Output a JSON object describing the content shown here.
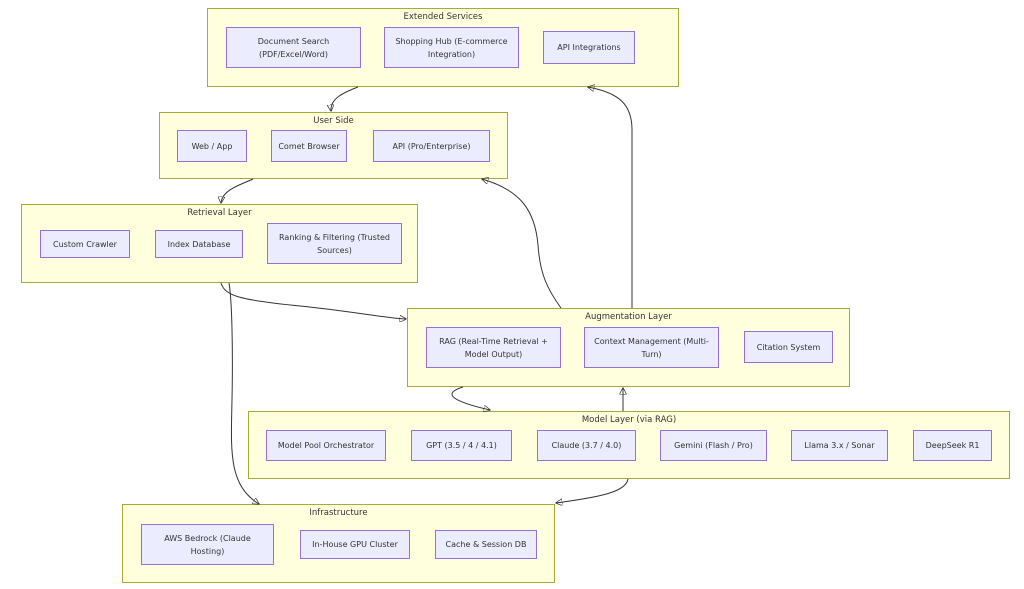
{
  "groups": {
    "extended": {
      "title": "Extended Services",
      "nodes": [
        "Document Search (PDF/Excel/Word)",
        "Shopping Hub (E-commerce Integration)",
        "API Integrations"
      ]
    },
    "user": {
      "title": "User Side",
      "nodes": [
        "Web / App",
        "Comet Browser",
        "API (Pro/Enterprise)"
      ]
    },
    "retrieval": {
      "title": "Retrieval Layer",
      "nodes": [
        "Custom Crawler",
        "Index Database",
        "Ranking & Filtering (Trusted Sources)"
      ]
    },
    "augmentation": {
      "title": "Augmentation Layer",
      "nodes": [
        "RAG (Real-Time Retrieval + Model Output)",
        "Context Management (Multi-Turn)",
        "Citation System"
      ]
    },
    "model": {
      "title": "Model Layer (via RAG)",
      "nodes": [
        "Model Pool Orchestrator",
        "GPT (3.5 / 4 / 4.1)",
        "Claude (3.7 / 4.0)",
        "Gemini (Flash / Pro)",
        "Llama 3.x / Sonar",
        "DeepSeek R1"
      ]
    },
    "infra": {
      "title": "Infrastructure",
      "nodes": [
        "AWS Bedrock (Claude Hosting)",
        "In-House GPU Cluster",
        "Cache & Session DB"
      ]
    }
  },
  "colors": {
    "group_fill": "#ffffde",
    "group_border": "#aaaa33",
    "node_fill": "#ececff",
    "node_border": "#9370db",
    "edge": "#333333"
  }
}
